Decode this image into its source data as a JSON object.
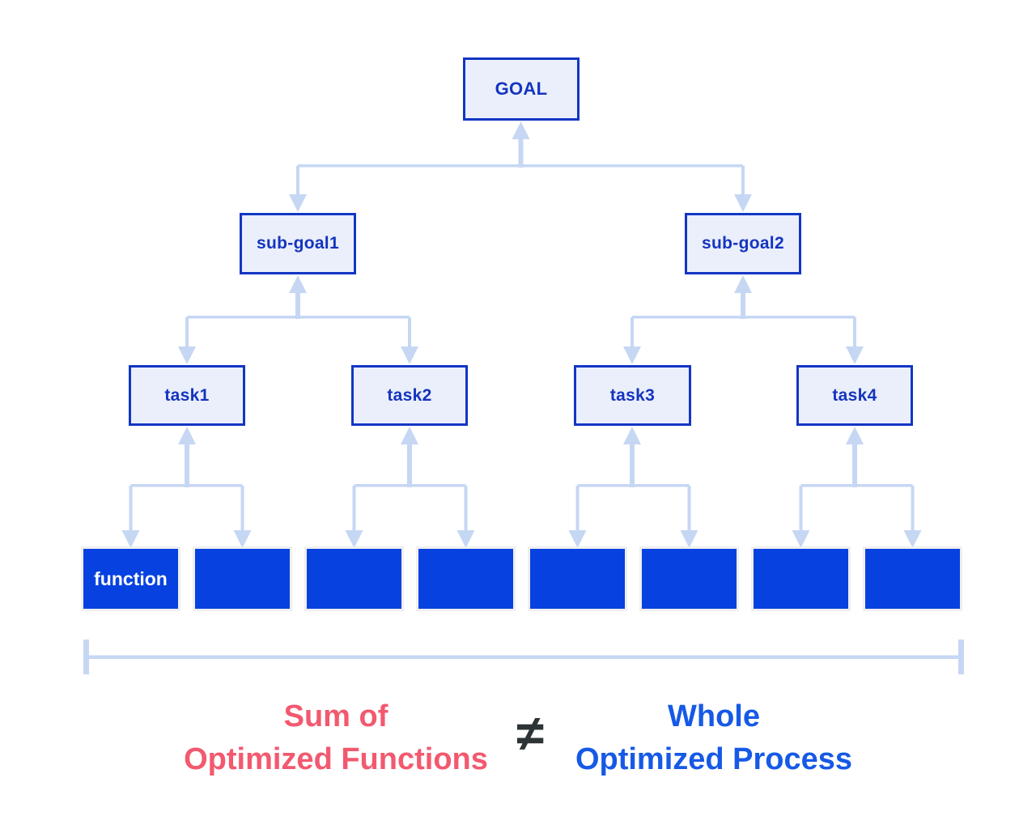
{
  "tree": {
    "goal": {
      "label": "GOAL"
    },
    "subgoals": [
      {
        "label": "sub-goal1"
      },
      {
        "label": "sub-goal2"
      }
    ],
    "tasks": [
      {
        "label": "task1"
      },
      {
        "label": "task2"
      },
      {
        "label": "task3"
      },
      {
        "label": "task4"
      }
    ],
    "functions": [
      {
        "label": "function"
      },
      {
        "label": ""
      },
      {
        "label": ""
      },
      {
        "label": ""
      },
      {
        "label": ""
      },
      {
        "label": ""
      },
      {
        "label": ""
      },
      {
        "label": ""
      }
    ]
  },
  "caption": {
    "left": {
      "line1": "Sum of",
      "line2": "Optimized Functions",
      "color": "#f2596f"
    },
    "operator": {
      "symbol": "≠",
      "color": "#2d3436"
    },
    "right": {
      "line1": "Whole",
      "line2": "Optimized Process",
      "color": "#1659e6"
    }
  },
  "colors": {
    "background": "#ffffff",
    "node_fill": "#eaeffb",
    "node_border": "#1336c4",
    "node_text": "#1534bf",
    "function_fill": "#0741e0",
    "function_text": "#ffffff",
    "connector": "#c6d7f4"
  }
}
